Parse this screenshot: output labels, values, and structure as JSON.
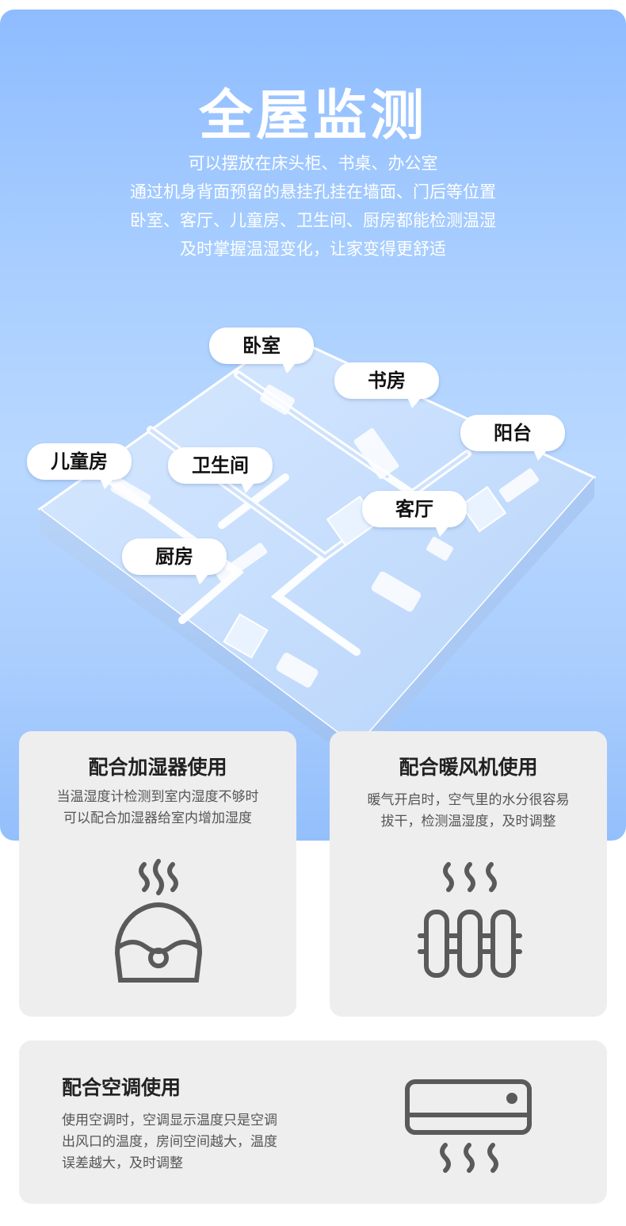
{
  "hero": {
    "title": "全屋监测",
    "lines": [
      "可以摆放在床头柜、书桌、办公室",
      "通过机身背面预留的悬挂孔挂在墙面、门后等位置",
      "卧室、客厅、儿童房、卫生间、厨房都能检测温湿",
      "及时掌握温湿变化，让家变得更舒适"
    ]
  },
  "rooms": {
    "bedroom": "卧室",
    "study": "书房",
    "balcony": "阳台",
    "kids_room": "儿童房",
    "bathroom": "卫生间",
    "living_room": "客厅",
    "kitchen": "厨房"
  },
  "cards": {
    "humidifier": {
      "title": "配合加湿器使用",
      "lines": [
        "当温湿度计检测到室内湿度不够时",
        "可以配合加湿器给室内增加湿度"
      ],
      "icon": "humidifier-icon"
    },
    "heater": {
      "title": "配合暖风机使用",
      "lines": [
        "暖气开启时，空气里的水分很容易",
        "拔干，检测温湿度，及时调整"
      ],
      "icon": "radiator-icon"
    },
    "aircon": {
      "title": "配合空调使用",
      "lines": [
        "使用空调时，空调显示温度只是空调",
        "出风口的温度，房间空间越大，温度",
        "误差越大，及时调整"
      ],
      "icon": "air-conditioner-icon"
    }
  },
  "colors": {
    "hero_blue": "#a8ceff",
    "icon_gray": "#5a5a5a",
    "card_bg": "#eeeeee"
  }
}
